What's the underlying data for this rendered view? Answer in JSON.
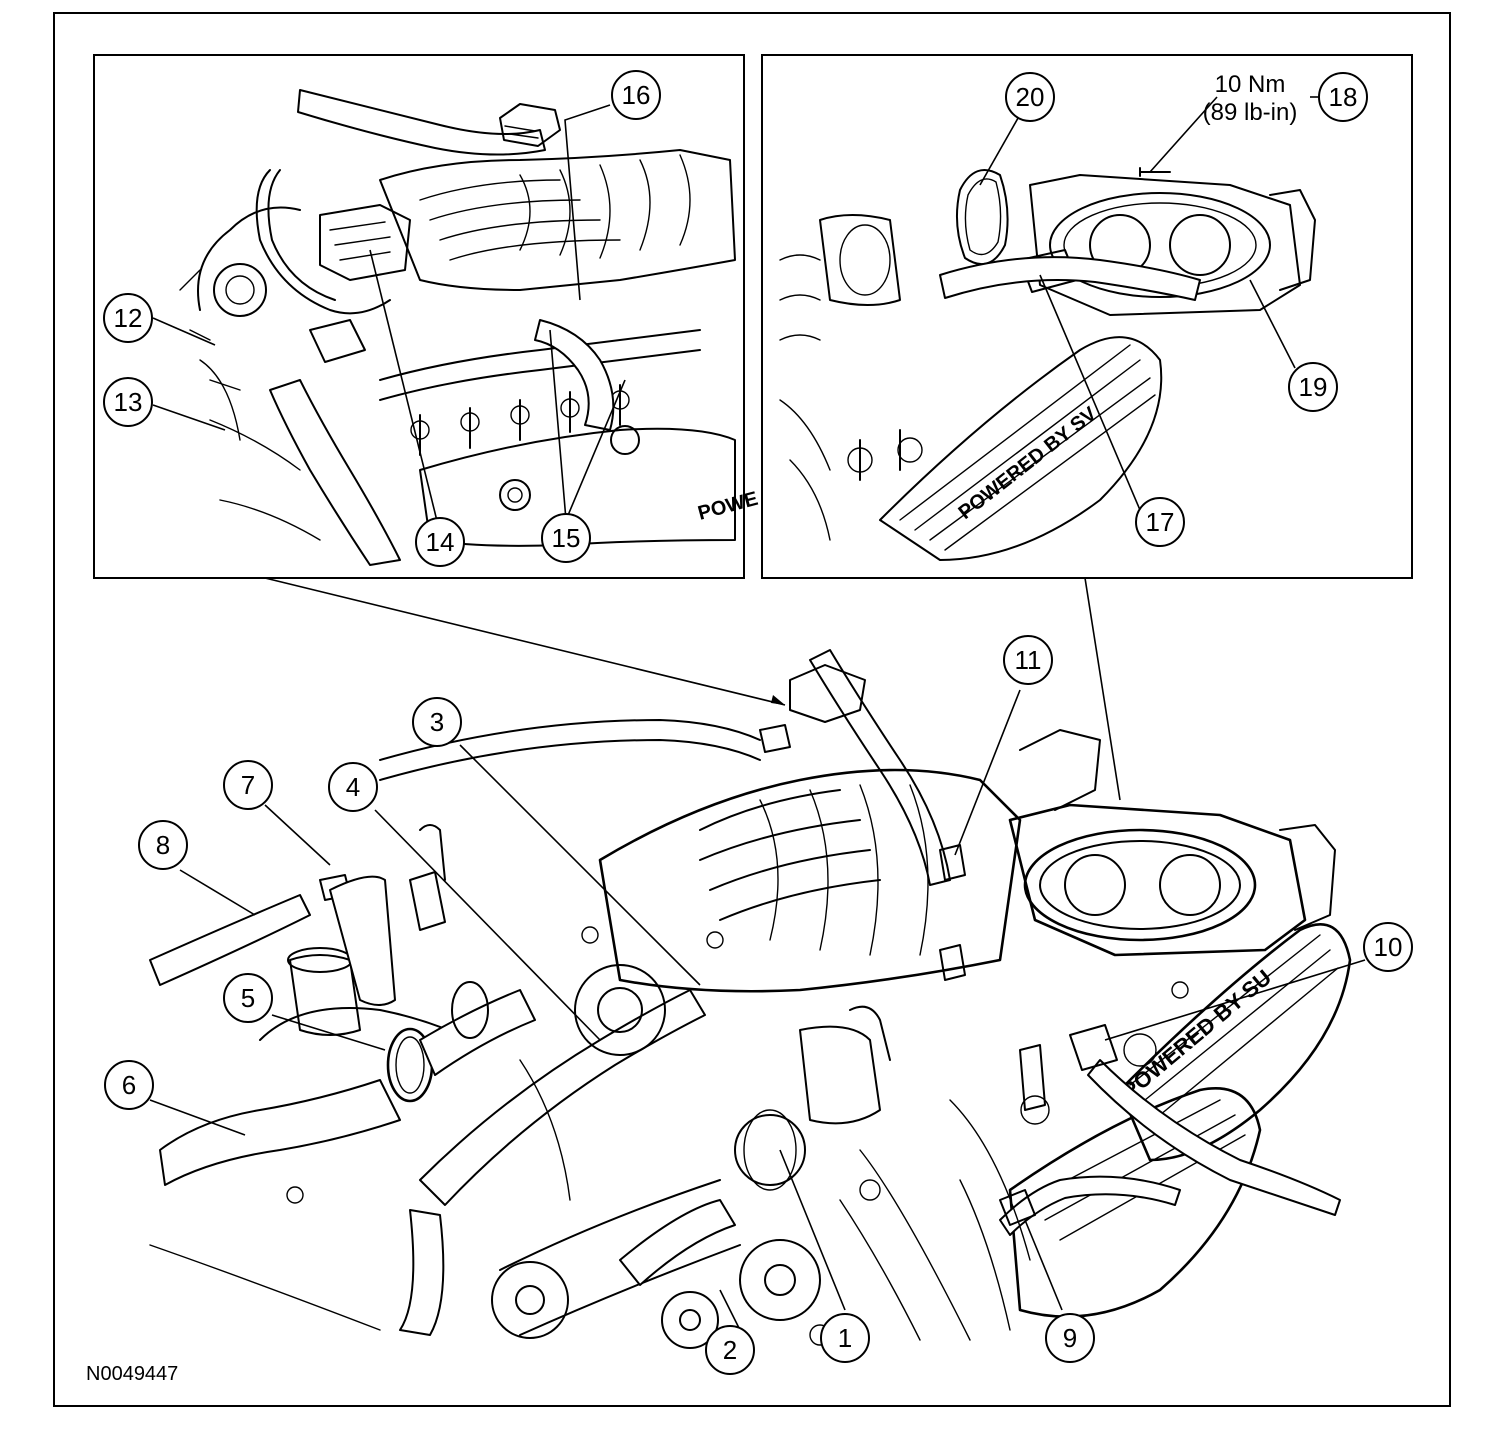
{
  "figure_id": "N0049447",
  "torque_spec": {
    "metric": "10 Nm",
    "imperial": "(89 lb-in)"
  },
  "callouts": [
    "1",
    "2",
    "3",
    "4",
    "5",
    "6",
    "7",
    "8",
    "9",
    "10",
    "11",
    "12",
    "13",
    "14",
    "15",
    "16",
    "17",
    "18",
    "19",
    "20"
  ],
  "engraving": {
    "cover_text_main": "POWERED BY SU",
    "cover_text_inset": "POWERED BY SV",
    "cover_text_inset_left": "POWE"
  },
  "colors": {
    "ink": "#000000",
    "background": "#ffffff"
  }
}
